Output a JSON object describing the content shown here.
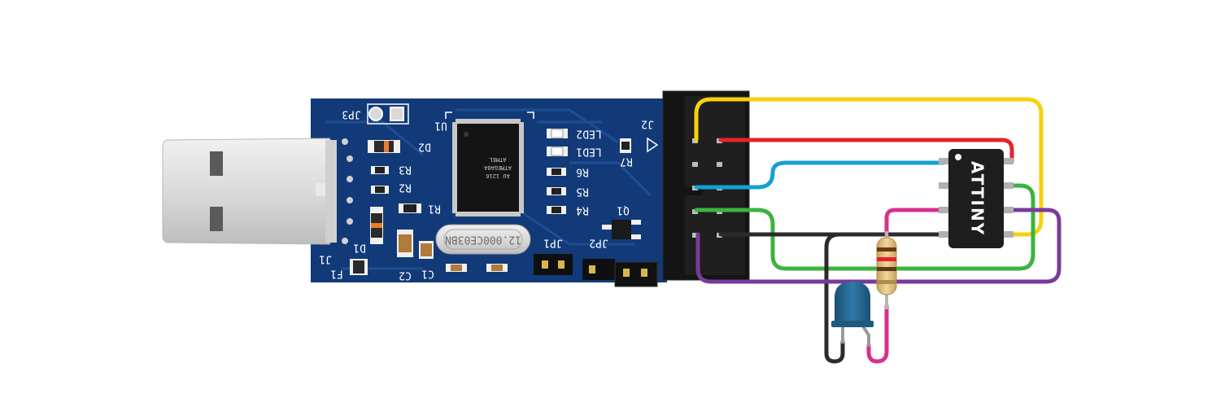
{
  "board": {
    "crystal_label": "12.000CE03BN",
    "mcu_marking": [
      "ATMEL",
      "ATMEGA8A",
      "AU 1216"
    ],
    "silk": {
      "u1": "U1",
      "j2": "J2",
      "j1": "J1",
      "jp1": "JP1",
      "jp2": "JP2",
      "jp3": "JP3",
      "led1": "LED1",
      "led2": "LED2",
      "d1": "D1",
      "d2": "D2",
      "r1": "R1",
      "r2": "R2",
      "r3": "R3",
      "r4": "R4",
      "r5": "R5",
      "r6": "R6",
      "r7": "R7",
      "c1": "C1",
      "c2": "C2",
      "f1": "F1",
      "q1": "Q1"
    }
  },
  "chip": {
    "label": "ATTINY"
  },
  "colors": {
    "pcb": "#123a78",
    "pcb_trace": "#1d4c94",
    "wire_yellow": "#f5d20c",
    "wire_red": "#e4242b",
    "wire_blue": "#12a0d6",
    "wire_green": "#3bb33e",
    "wire_black": "#2b2b2b",
    "wire_purple": "#7a3a9c",
    "wire_pink": "#d6318e",
    "led": "#1f5f86",
    "resistor_body": "#e0c078"
  }
}
